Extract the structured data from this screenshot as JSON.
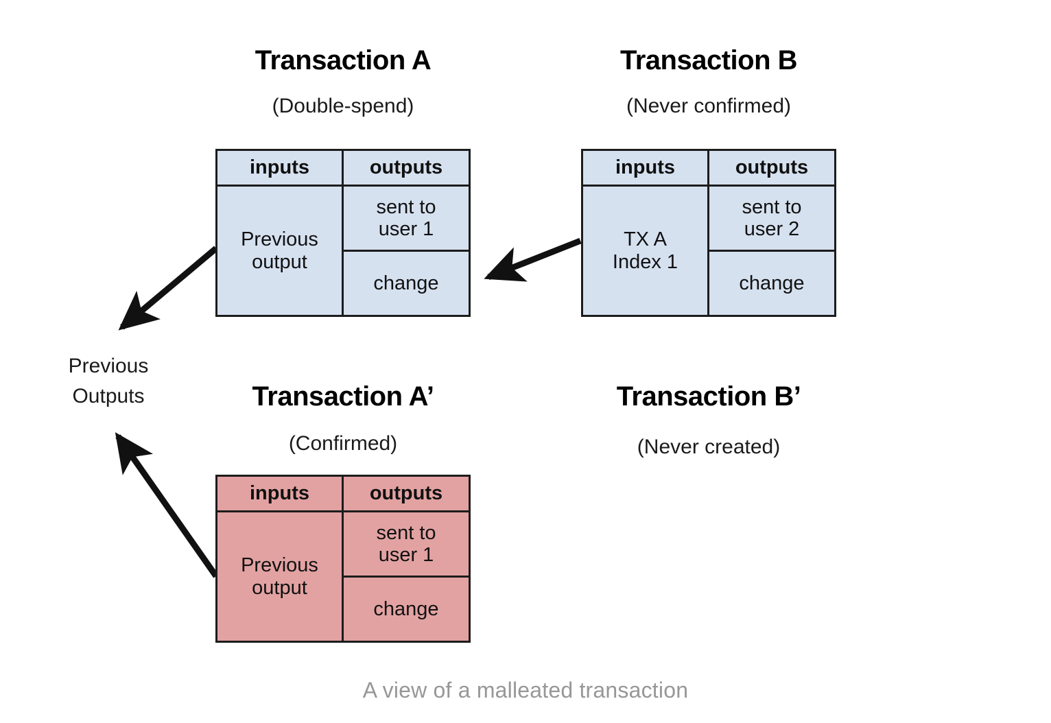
{
  "figure": {
    "caption": "A view of a malleated transaction",
    "background_color": "#ffffff",
    "caption_color": "#979797"
  },
  "colors": {
    "blue_fill": "#d6e1f0",
    "pink_fill": "#e3a2a2",
    "border": "#1c1c1c",
    "text": "#111111"
  },
  "labels": {
    "previous_outputs_line1": "Previous",
    "previous_outputs_line2": "Outputs"
  },
  "transactions": [
    {
      "id": "transaction-a",
      "title": "Transaction A",
      "subtitle": "(Double-spend)",
      "fill": "blue",
      "columns": {
        "inputs_header": "inputs",
        "outputs_header": "outputs"
      },
      "inputs_cell": "Previous\noutput",
      "inputs_cell_line1": "Previous",
      "inputs_cell_line2": "output",
      "outputs_cells": [
        "sent to\nuser 1",
        "change"
      ],
      "outputs_cell_1_line1": "sent to",
      "outputs_cell_1_line2": "user 1",
      "outputs_cell_2": "change"
    },
    {
      "id": "transaction-b",
      "title": "Transaction B",
      "subtitle": "(Never confirmed)",
      "fill": "blue",
      "columns": {
        "inputs_header": "inputs",
        "outputs_header": "outputs"
      },
      "inputs_cell": "TX A\nIndex 1",
      "inputs_cell_line1": "TX A",
      "inputs_cell_line2": "Index 1",
      "outputs_cells": [
        "sent to\nuser 2",
        "change"
      ],
      "outputs_cell_1_line1": "sent to",
      "outputs_cell_1_line2": "user 2",
      "outputs_cell_2": "change"
    },
    {
      "id": "transaction-a-prime",
      "title": "Transaction A’",
      "subtitle": "(Confirmed)",
      "fill": "pink",
      "columns": {
        "inputs_header": "inputs",
        "outputs_header": "outputs"
      },
      "inputs_cell": "Previous\noutput",
      "inputs_cell_line1": "Previous",
      "inputs_cell_line2": "output",
      "outputs_cells": [
        "sent to\nuser 1",
        "change"
      ],
      "outputs_cell_1_line1": "sent to",
      "outputs_cell_1_line2": "user 1",
      "outputs_cell_2": "change"
    },
    {
      "id": "transaction-b-prime",
      "title": "Transaction B’",
      "subtitle": "(Never created)",
      "fill": "none",
      "has_table": false
    }
  ],
  "arrows": [
    {
      "name": "arrow-a-to-previous-outputs",
      "from": "transaction-a-inputs",
      "to": "previous-outputs"
    },
    {
      "name": "arrow-b-to-a-change",
      "from": "transaction-b-inputs",
      "to": "transaction-a-change-output"
    },
    {
      "name": "arrow-a-prime-to-previous-outputs",
      "from": "transaction-a-prime-inputs",
      "to": "previous-outputs"
    }
  ]
}
